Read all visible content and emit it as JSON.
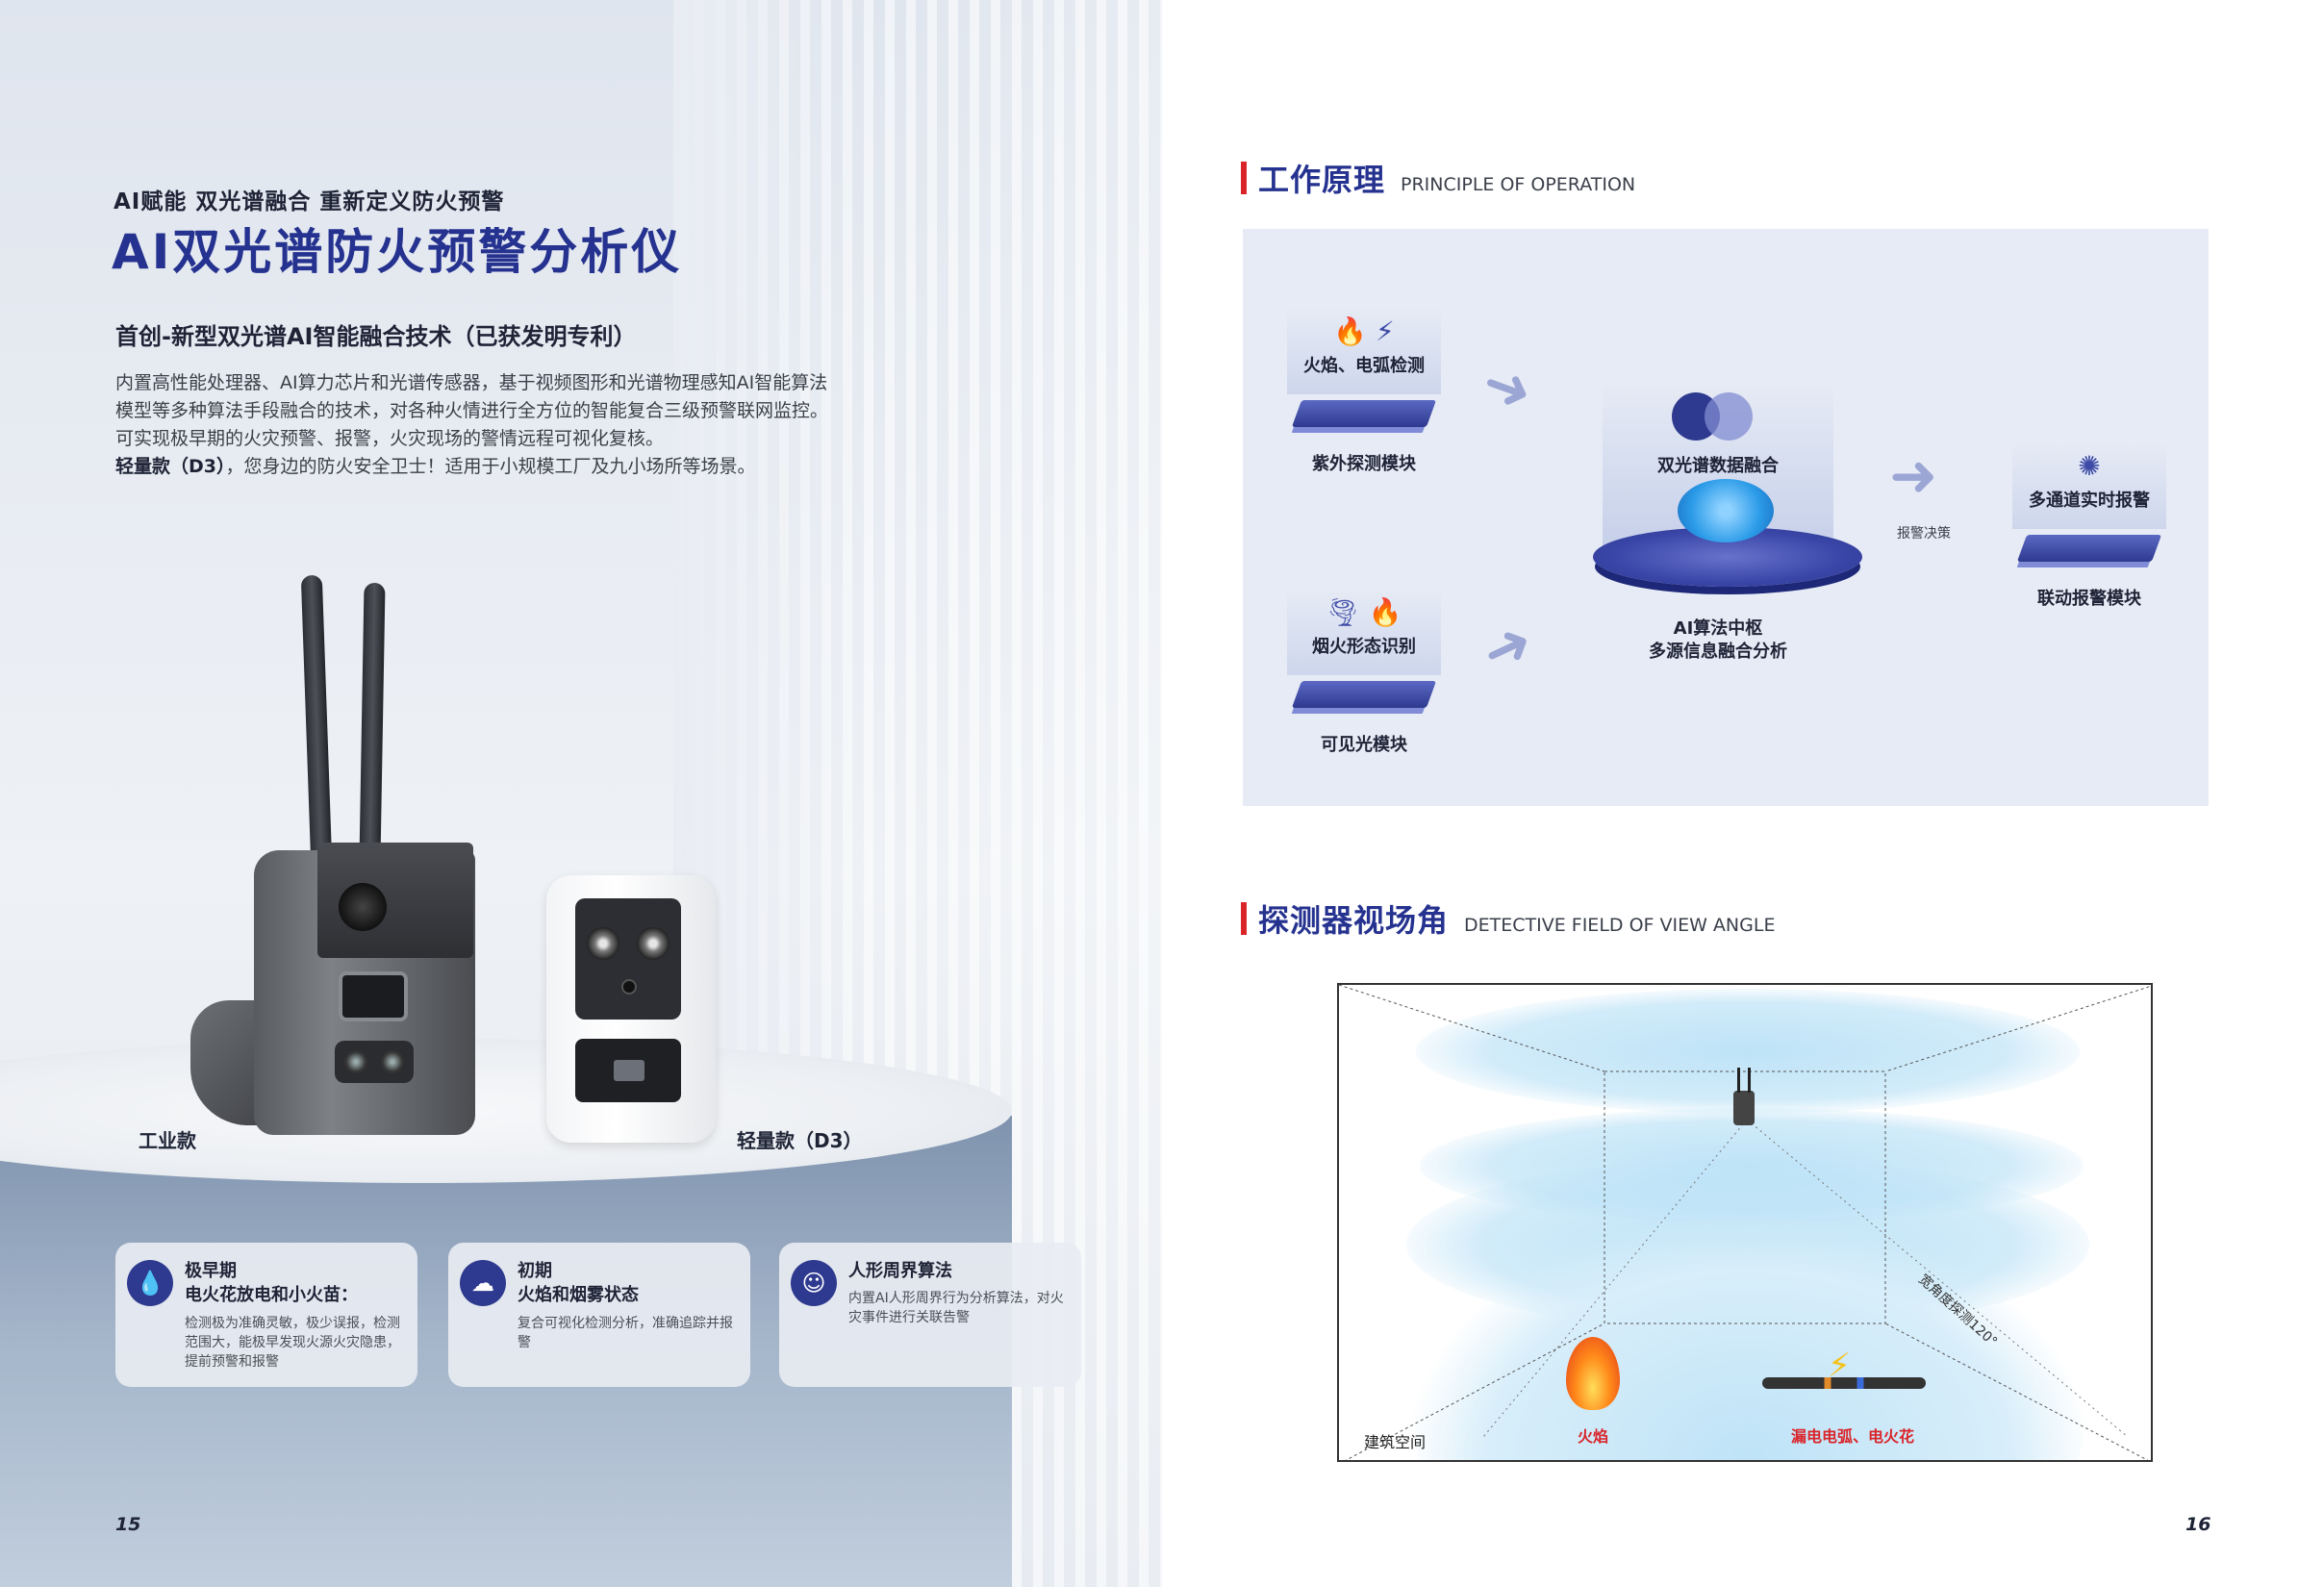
{
  "left": {
    "tagline": "AI赋能  双光谱融合  重新定义防火预警",
    "title": "AI双光谱防火预警分析仪",
    "subtitle": "首创-新型双光谱AI智能融合技术（已获发明专利）",
    "body_lines": [
      "内置高性能处理器、AI算力芯片和光谱传感器，基于视频图形和光谱物理感知AI智能算法",
      "模型等多种算法手段融合的技术，对各种火情进行全方位的智能复合三级预警联网监控。",
      "可实现极早期的火灾预警、报警，火灾现场的警情远程可视化复核。"
    ],
    "body_bold": "轻量款（D3）",
    "body_last": "，您身边的防火安全卫士！适用于小规模工厂及九小场所等场景。",
    "product_industrial": "工业款",
    "product_light": "轻量款（D3）",
    "cards": [
      {
        "icon": "fire-drop-icon",
        "stage": "极早期",
        "headline": "电火花放电和小火苗：",
        "desc": "检测极为准确灵敏，极少误报，检测范围大，能极早发现火源火灾隐患，提前预警和报警"
      },
      {
        "icon": "smoke-icon",
        "stage": "初期",
        "headline": "火焰和烟雾状态",
        "desc": "复合可视化检测分析，准确追踪并报警"
      },
      {
        "icon": "person-icon",
        "stage": "人形周界算法",
        "headline": "",
        "desc": "内置AI人形周界行为分析算法，对火灾事件进行关联告警"
      }
    ],
    "page_number": "15"
  },
  "right": {
    "section1": {
      "cn": "工作原理",
      "en": "PRINCIPLE OF OPERATION"
    },
    "uv_module": {
      "title": "火焰、电弧检测",
      "label": "紫外探测模块"
    },
    "visible_module": {
      "title": "烟火形态识别",
      "label": "可见光模块"
    },
    "fusion": {
      "title": "双光谱数据融合",
      "label_line1": "AI算法中枢",
      "label_line2": "多源信息融合分析"
    },
    "decision": "报警决策",
    "alarm_module": {
      "title": "多通道实时报警",
      "label": "联动报警模块"
    },
    "section2": {
      "cn": "探测器视场角",
      "en": "DETECTIVE FIELD OF VIEW ANGLE"
    },
    "fov": {
      "angle_label": "宽角度探测120°",
      "space_label": "建筑空间",
      "flame_label": "火焰",
      "spark_label": "漏电电弧、电火花"
    },
    "page_number": "16"
  },
  "colors": {
    "accent": "#25328f",
    "red": "#d9252a",
    "beam": "#bfe3f7"
  }
}
